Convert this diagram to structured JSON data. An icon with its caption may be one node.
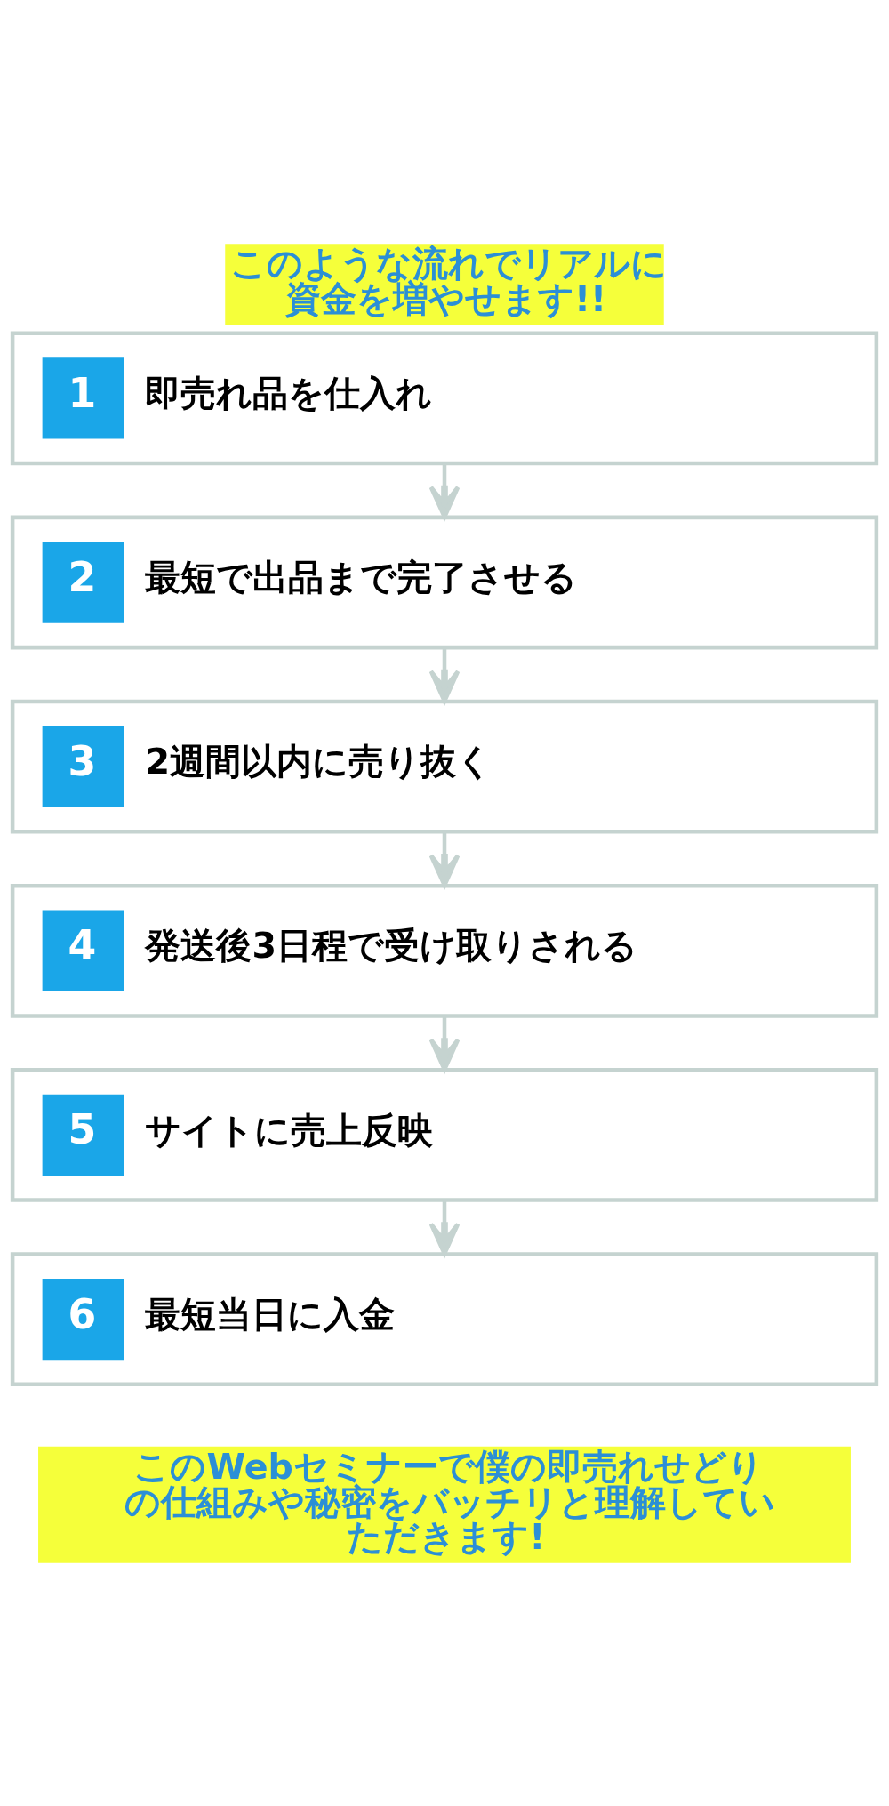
{
  "diagram": {
    "title": "このような流れでリアルに資金を増やせます!!",
    "caption": "このWebセミナーで僕の即売れせどりの仕組みや秘密をバッチリと理解していただきます!",
    "nodes": [
      {
        "text": [
          "1",
          "即売れ品を仕入れ"
        ]
      },
      {
        "text": [
          "2",
          "最短で出品まで完了させる"
        ]
      },
      {
        "text": [
          "3",
          "2週間以内に売り抜く"
        ]
      },
      {
        "text": [
          "4",
          "発送後3日程で受け取りされる"
        ]
      },
      {
        "text": [
          "5",
          "サイトに売上反映"
        ]
      },
      {
        "text": [
          "6",
          "最短当日に入金"
        ]
      }
    ],
    "edges": [
      {
        "from": 0,
        "to": 1,
        "arrow": "to"
      },
      {
        "from": 1,
        "to": 2,
        "arrow": "to"
      },
      {
        "from": 2,
        "to": 3,
        "arrow": "to"
      },
      {
        "from": 3,
        "to": 4,
        "arrow": "to"
      },
      {
        "from": 4,
        "to": 5,
        "arrow": "to"
      }
    ]
  }
}
